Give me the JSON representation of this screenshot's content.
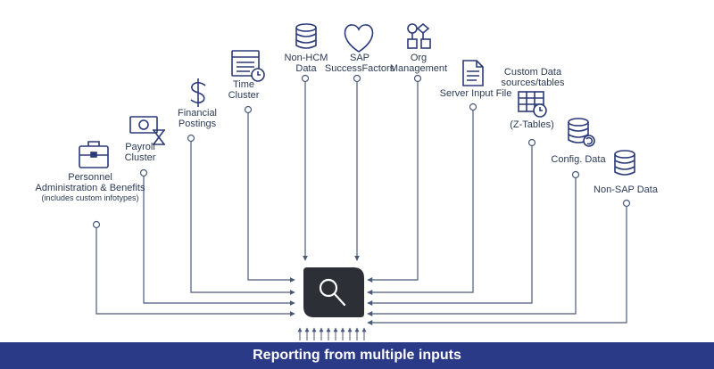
{
  "colors": {
    "ink": "#2b3a55",
    "wire": "#4a5a7a",
    "hub": "#2d2f36",
    "banner": "#2b3a87"
  },
  "banner": {
    "text": "Reporting from multiple inputs"
  },
  "hub": {
    "icon": "magnifier-icon"
  },
  "inputs": [
    {
      "id": "personnel",
      "icon": "briefcase-icon",
      "lines": [
        "Personnel",
        "Administration & Benefits"
      ],
      "sub": "(includes custom infotypes)"
    },
    {
      "id": "payroll",
      "icon": "money-hourglass-icon",
      "lines": [
        "Payroll",
        "Cluster"
      ]
    },
    {
      "id": "financial",
      "icon": "dollar-icon",
      "lines": [
        "Financial",
        "Postings"
      ]
    },
    {
      "id": "time",
      "icon": "calendar-clock-icon",
      "lines": [
        "Time",
        "Cluster"
      ]
    },
    {
      "id": "nonhcm",
      "icon": "database-icon",
      "lines": [
        "Non-HCM",
        "Data"
      ]
    },
    {
      "id": "sap",
      "icon": "heart-icon",
      "lines": [
        "SAP",
        "SuccessFactors"
      ]
    },
    {
      "id": "org",
      "icon": "flowchart-icon",
      "lines": [
        "Org",
        "Management"
      ]
    },
    {
      "id": "server",
      "icon": "document-icon",
      "lines": [
        "Server Input File"
      ]
    },
    {
      "id": "custom",
      "icon": "table-clock-icon",
      "lines": [
        "Custom Data",
        "sources/tables"
      ],
      "sub2": "(Z-Tables)"
    },
    {
      "id": "config",
      "icon": "database-refresh-icon",
      "lines": [
        "Config. Data"
      ]
    },
    {
      "id": "nonsap",
      "icon": "database-icon",
      "lines": [
        "Non-SAP Data"
      ]
    }
  ]
}
